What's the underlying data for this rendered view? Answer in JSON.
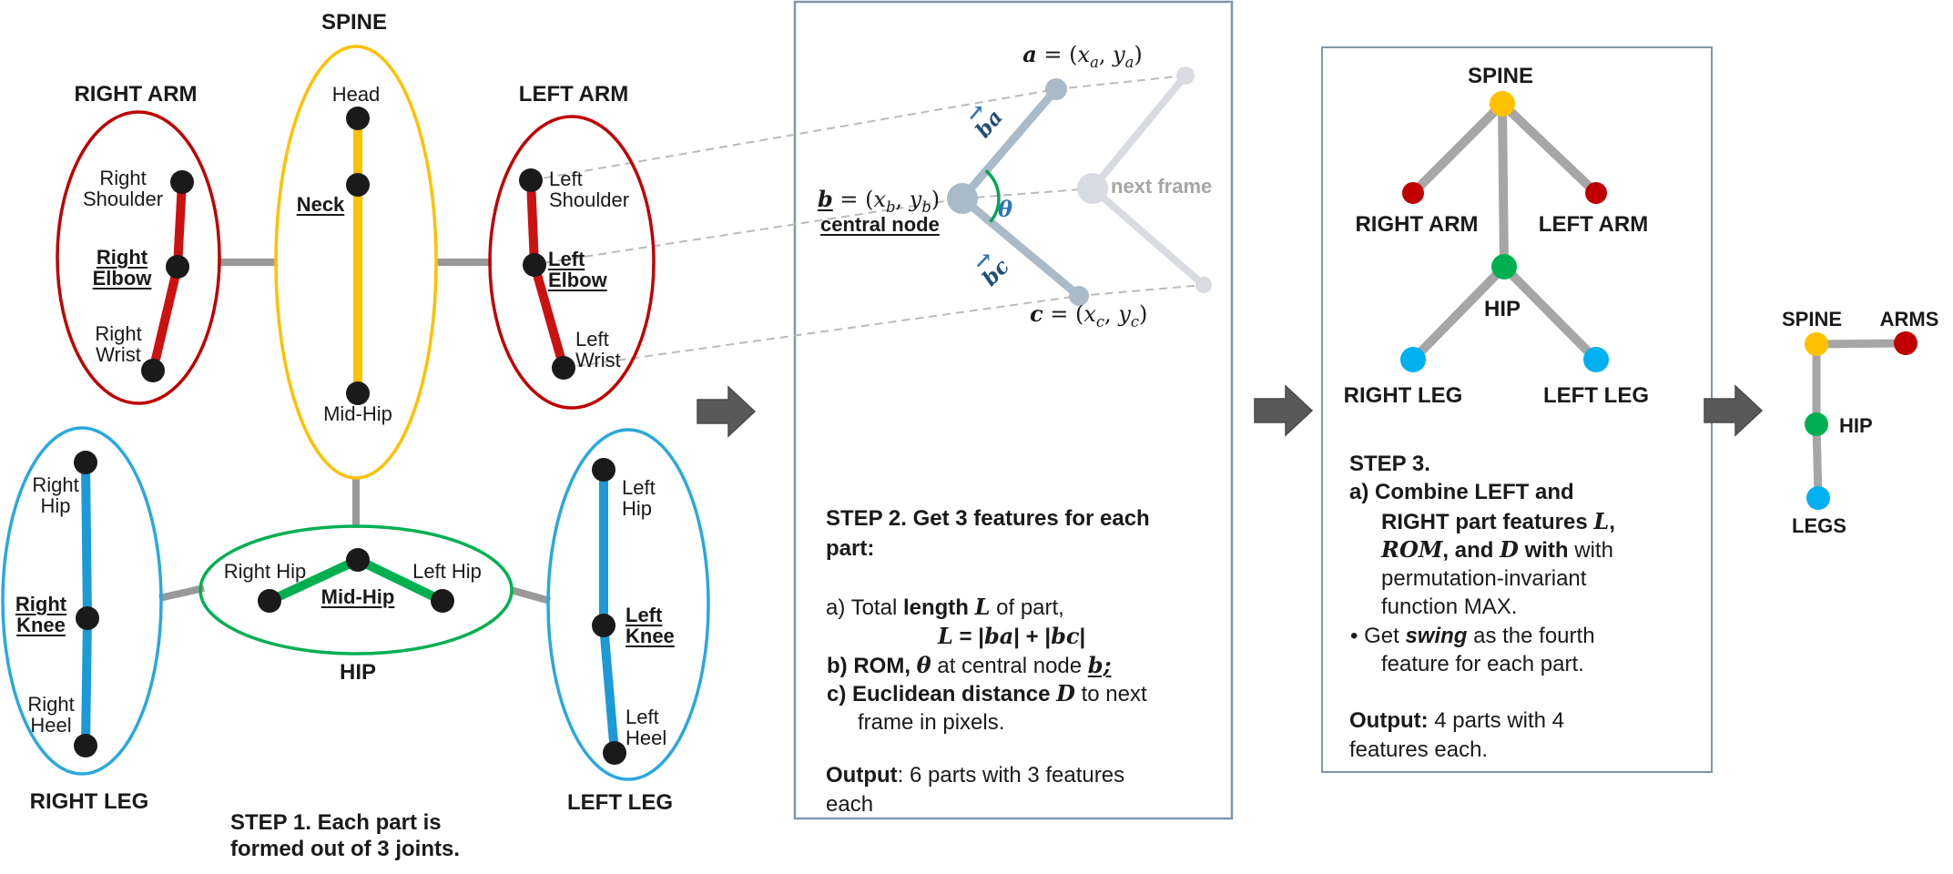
{
  "colors": {
    "red": "#C00000",
    "red_bone": "#CC1111",
    "yellow": "#FFC000",
    "green": "#00B050",
    "blue": "#29A8DF",
    "blue_bone": "#1B9AD7",
    "blue_node": "#00B0F0",
    "gray": "#999999",
    "dark_arrow": "#595959",
    "panel_border": "#8096A8",
    "node_black": "#1A1A1A",
    "slate": "#A9BAC8",
    "slate_light": "#D8DCE0",
    "dash": "#BBBBBB",
    "navy": "#1F4E79",
    "blue_text": "#2E75B6",
    "green_arc": "#00A651",
    "tree_gray": "#A6A6A6",
    "gray_text": "#A6A6A6",
    "text": "#1A1A1A"
  },
  "step1": {
    "spine_title": "SPINE",
    "right_arm_title": "RIGHT ARM",
    "left_arm_title": "LEFT ARM",
    "right_leg_title": "RIGHT LEG",
    "left_leg_title": "LEFT LEG",
    "hip_title": "HIP",
    "spine": {
      "head": "Head",
      "neck": "Neck",
      "midhip": "Mid-Hip"
    },
    "right_arm": {
      "shoulder": [
        "Right",
        "Shoulder"
      ],
      "elbow": [
        "Right",
        "Elbow"
      ],
      "wrist": [
        "Right",
        "Wrist"
      ]
    },
    "left_arm": {
      "shoulder": [
        "Left",
        "Shoulder"
      ],
      "elbow": [
        "Left",
        "Elbow"
      ],
      "wrist": [
        "Left",
        "Wrist"
      ]
    },
    "right_leg": {
      "hip": [
        "Right",
        "Hip"
      ],
      "knee": [
        "Right",
        "Knee"
      ],
      "heel": [
        "Right",
        "Heel"
      ]
    },
    "left_leg": {
      "hip": [
        "Left",
        "Hip"
      ],
      "knee": [
        "Left",
        "Knee"
      ],
      "heel": [
        "Left",
        "Heel"
      ]
    },
    "hip": {
      "right": "Right Hip",
      "mid": "Mid-Hip",
      "left": "Left Hip"
    },
    "caption": [
      "STEP 1. Each part is",
      "formed out of 3 joints."
    ]
  },
  "step2": {
    "point_a": [
      {
        "t": "a",
        "m": true,
        "b": true,
        "i": true
      },
      {
        "t": " = (",
        "m": true
      },
      {
        "t": "x",
        "m": true,
        "i": true
      },
      {
        "t": "a",
        "m": true,
        "i": true,
        "s": true
      },
      {
        "t": ", ",
        "m": true
      },
      {
        "t": "y",
        "m": true,
        "i": true
      },
      {
        "t": "a",
        "m": true,
        "i": true,
        "s": true
      },
      {
        "t": ")",
        "m": true
      }
    ],
    "point_b": [
      {
        "t": "b",
        "m": true,
        "b": true,
        "i": true,
        "u": true
      },
      {
        "t": " = (",
        "m": true
      },
      {
        "t": "x",
        "m": true,
        "i": true
      },
      {
        "t": "b",
        "m": true,
        "i": true,
        "s": true
      },
      {
        "t": ", ",
        "m": true
      },
      {
        "t": "y",
        "m": true,
        "i": true
      },
      {
        "t": "b",
        "m": true,
        "i": true,
        "s": true
      },
      {
        "t": ")",
        "m": true
      }
    ],
    "point_c": [
      {
        "t": "c",
        "m": true,
        "b": true,
        "i": true
      },
      {
        "t": " = (",
        "m": true
      },
      {
        "t": "x",
        "m": true,
        "i": true
      },
      {
        "t": "c",
        "m": true,
        "i": true,
        "s": true
      },
      {
        "t": ", ",
        "m": true
      },
      {
        "t": "y",
        "m": true,
        "i": true
      },
      {
        "t": "c",
        "m": true,
        "i": true,
        "s": true
      },
      {
        "t": ")",
        "m": true
      }
    ],
    "central_node": "central node",
    "theta": "θ",
    "vec_arrow": "→",
    "ba": "ba",
    "bc": "bc",
    "next_frame": "next frame",
    "lines": {
      "l1": [
        {
          "t": "STEP 2. Get 3 features for each",
          "b": true
        }
      ],
      "l2": [
        {
          "t": "part:",
          "b": true
        }
      ],
      "l3": [
        {
          "t": "a) Total "
        },
        {
          "t": "length ",
          "b": true
        },
        {
          "t": "L",
          "b": true,
          "i": true,
          "m": true
        },
        {
          "t": " of part,"
        }
      ],
      "l4": [
        {
          "t": "L",
          "b": true,
          "i": true,
          "m": true
        },
        {
          "t": " = |",
          "b": true
        },
        {
          "t": "ba",
          "b": true,
          "i": true,
          "m": true
        },
        {
          "t": "| + |",
          "b": true
        },
        {
          "t": "bc",
          "b": true,
          "i": true,
          "m": true
        },
        {
          "t": "|",
          "b": true
        }
      ],
      "l5": [
        {
          "t": "b) ",
          "b": true
        },
        {
          "t": "ROM, ",
          "b": true
        },
        {
          "t": "θ",
          "b": true,
          "i": true,
          "m": true
        },
        {
          "t": " at central node "
        },
        {
          "t": "b;",
          "b": true,
          "i": true,
          "u": true,
          "m": true
        }
      ],
      "l6": [
        {
          "t": "c) ",
          "b": true
        },
        {
          "t": "Euclidean distance ",
          "b": true
        },
        {
          "t": "D",
          "b": true,
          "i": true,
          "m": true
        },
        {
          "t": " to next"
        }
      ],
      "l7": [
        {
          "t": "frame in pixels."
        }
      ],
      "l8": [
        {
          "t": "Output",
          "b": true
        },
        {
          "t": ": 6 parts with 3 features"
        }
      ],
      "l9": [
        {
          "t": "each"
        }
      ]
    }
  },
  "step3": {
    "tree": {
      "spine": "SPINE",
      "right_arm": "RIGHT ARM",
      "left_arm": "LEFT ARM",
      "hip": "HIP",
      "right_leg": "RIGHT LEG",
      "left_leg": "LEFT LEG"
    },
    "lines": {
      "l1": [
        {
          "t": "STEP 3.",
          "b": true
        }
      ],
      "l2": [
        {
          "t": "a) ",
          "b": true
        },
        {
          "t": "Combine LEFT and",
          "b": true
        }
      ],
      "l3": [
        {
          "t": "RIGHT part features ",
          "b": true
        },
        {
          "t": "L",
          "b": true,
          "i": true,
          "m": true
        },
        {
          "t": ",",
          "b": true
        }
      ],
      "l4": [
        {
          "t": "ROM",
          "b": true,
          "i": true,
          "m": true
        },
        {
          "t": ", and ",
          "b": true
        },
        {
          "t": "D",
          "b": true,
          "i": true,
          "m": true
        },
        {
          "t": " with",
          "b": true
        },
        {
          "t": " with"
        }
      ],
      "l5": [
        {
          "t": "permutation-invariant"
        }
      ],
      "l6": [
        {
          "t": "function MAX."
        }
      ],
      "l7": [
        {
          "t": "•  "
        },
        {
          "t": "Get "
        },
        {
          "t": "swing",
          "b": true,
          "i": true
        },
        {
          "t": " as the fourth"
        }
      ],
      "l8": [
        {
          "t": "feature for each part."
        }
      ],
      "l9": [
        {
          "t": "Output:",
          "b": true
        },
        {
          "t": " 4 parts with 4"
        }
      ],
      "l10": [
        {
          "t": "features each."
        }
      ]
    }
  },
  "final": {
    "spine": "SPINE",
    "arms": "ARMS",
    "hip": "HIP",
    "legs": "LEGS"
  }
}
